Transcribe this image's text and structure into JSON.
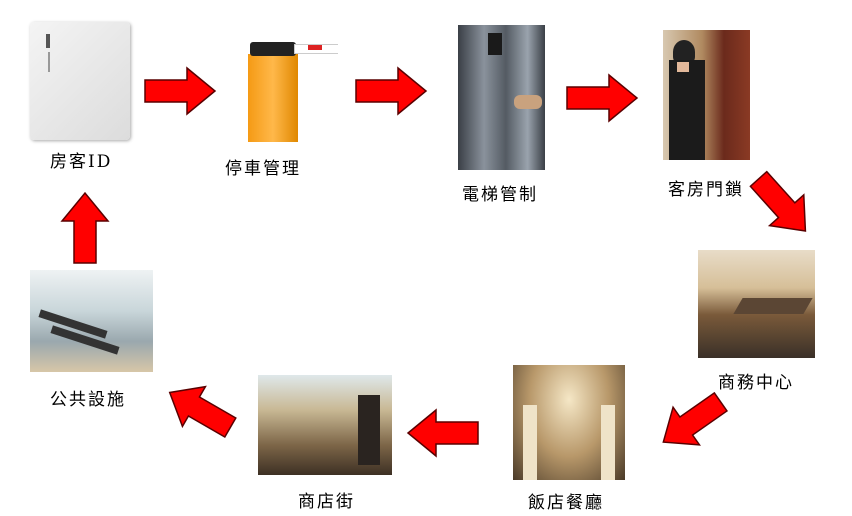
{
  "diagram": {
    "nodes": [
      {
        "id": "guest-id",
        "label": "房客ID",
        "icon": "access-card"
      },
      {
        "id": "parking",
        "label": "停車管理",
        "icon": "parking-barrier"
      },
      {
        "id": "elevator",
        "label": "電梯管制",
        "icon": "elevator-reader"
      },
      {
        "id": "door-lock",
        "label": "客房門鎖",
        "icon": "door-lock"
      },
      {
        "id": "business",
        "label": "商務中心",
        "icon": "conference-room"
      },
      {
        "id": "restaurant",
        "label": "飯店餐廳",
        "icon": "restaurant"
      },
      {
        "id": "shops",
        "label": "商店街",
        "icon": "shopping-arcade"
      },
      {
        "id": "facilities",
        "label": "公共設施",
        "icon": "gym"
      }
    ],
    "arrow_color": "#ff0000",
    "arrow_outline": "#5a0000"
  }
}
